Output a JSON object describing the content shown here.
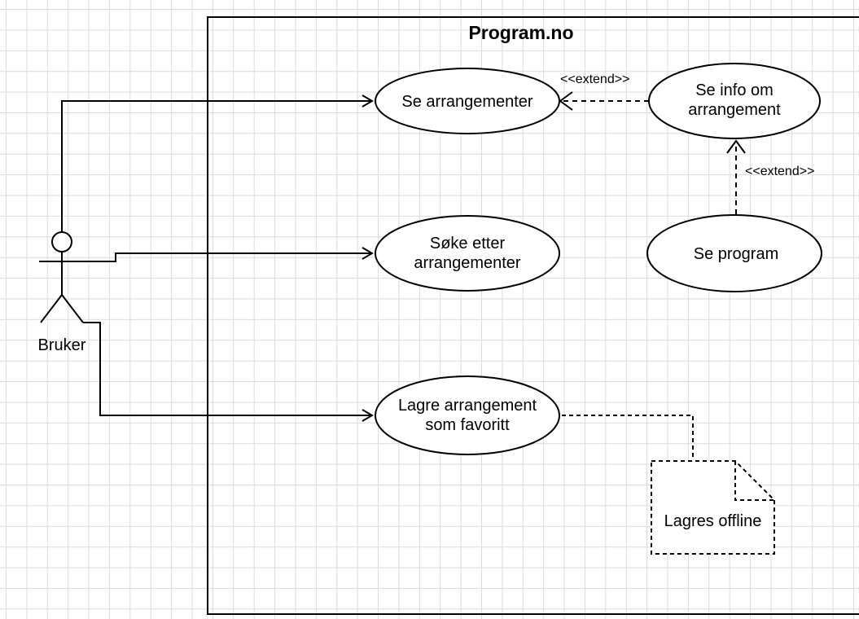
{
  "system": {
    "title": "Program.no"
  },
  "actor": {
    "name": "Bruker"
  },
  "use_cases": {
    "se_arrangementer": "Se arrangementer",
    "sok_arrangementer": "Søke etter\narrangementer",
    "lagre_favoritt": "Lagre arrangement\nsom favoritt",
    "se_info": "Se info om\narrangement",
    "se_program": "Se program"
  },
  "relations": {
    "extend_info_to_arrangementer": "<<extend>>",
    "extend_program_to_info": "<<extend>>"
  },
  "note": {
    "text": "Lagres offline"
  }
}
